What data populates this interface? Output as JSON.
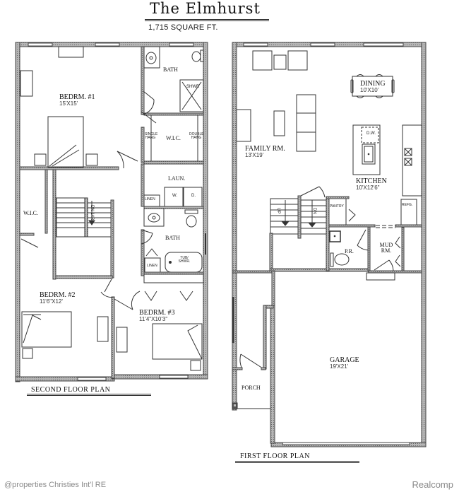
{
  "header": {
    "title": "The Elmhurst",
    "square_footage": "1,715 SQUARE FT."
  },
  "second_floor": {
    "caption": "SECOND FLOOR PLAN",
    "rooms": [
      {
        "name": "BEDRM. #1",
        "dims": "15'X15'"
      },
      {
        "name": "BATH",
        "dims": ""
      },
      {
        "name": "SHWR",
        "dims": ""
      },
      {
        "name": "W.I.C.",
        "dims": ""
      },
      {
        "name": "SINGLE HANG",
        "dims": ""
      },
      {
        "name": "DOUBLE HANG",
        "dims": ""
      },
      {
        "name": "LAUN.",
        "dims": ""
      },
      {
        "name": "W.",
        "dims": ""
      },
      {
        "name": "D.",
        "dims": ""
      },
      {
        "name": "LINEN",
        "dims": ""
      },
      {
        "name": "BATH",
        "dims": ""
      },
      {
        "name": "TUB/ SHWR.",
        "dims": ""
      },
      {
        "name": "LINEN",
        "dims": ""
      },
      {
        "name": "W.I.C.",
        "dims": ""
      },
      {
        "name": "DN 14R",
        "dims": ""
      },
      {
        "name": "BEDRM. #2",
        "dims": "11'6\"X12'"
      },
      {
        "name": "BEDRM. #3",
        "dims": "11'4\"X10'3\""
      }
    ]
  },
  "first_floor": {
    "caption": "FIRST FLOOR PLAN",
    "rooms": [
      {
        "name": "DINING",
        "dims": "10'X10'"
      },
      {
        "name": "FAMILY RM.",
        "dims": "13'X19'"
      },
      {
        "name": "KITCHEN",
        "dims": "10'X12'6\""
      },
      {
        "name": "D.W.",
        "dims": ""
      },
      {
        "name": "REFG.",
        "dims": ""
      },
      {
        "name": "PANTRY",
        "dims": ""
      },
      {
        "name": "UP",
        "dims": ""
      },
      {
        "name": "DN",
        "dims": ""
      },
      {
        "name": "P.R.",
        "dims": ""
      },
      {
        "name": "MUD RM.",
        "dims": ""
      },
      {
        "name": "GARAGE",
        "dims": "19'X21'"
      },
      {
        "name": "PORCH",
        "dims": ""
      }
    ]
  },
  "footer": {
    "left": "@properties Christies Int'l RE",
    "right": "Realcomp"
  },
  "colors": {
    "wall": "#555555",
    "wall_fill": "#9a9a9a",
    "line": "#333333",
    "footer_text": "#8a8a8a"
  }
}
